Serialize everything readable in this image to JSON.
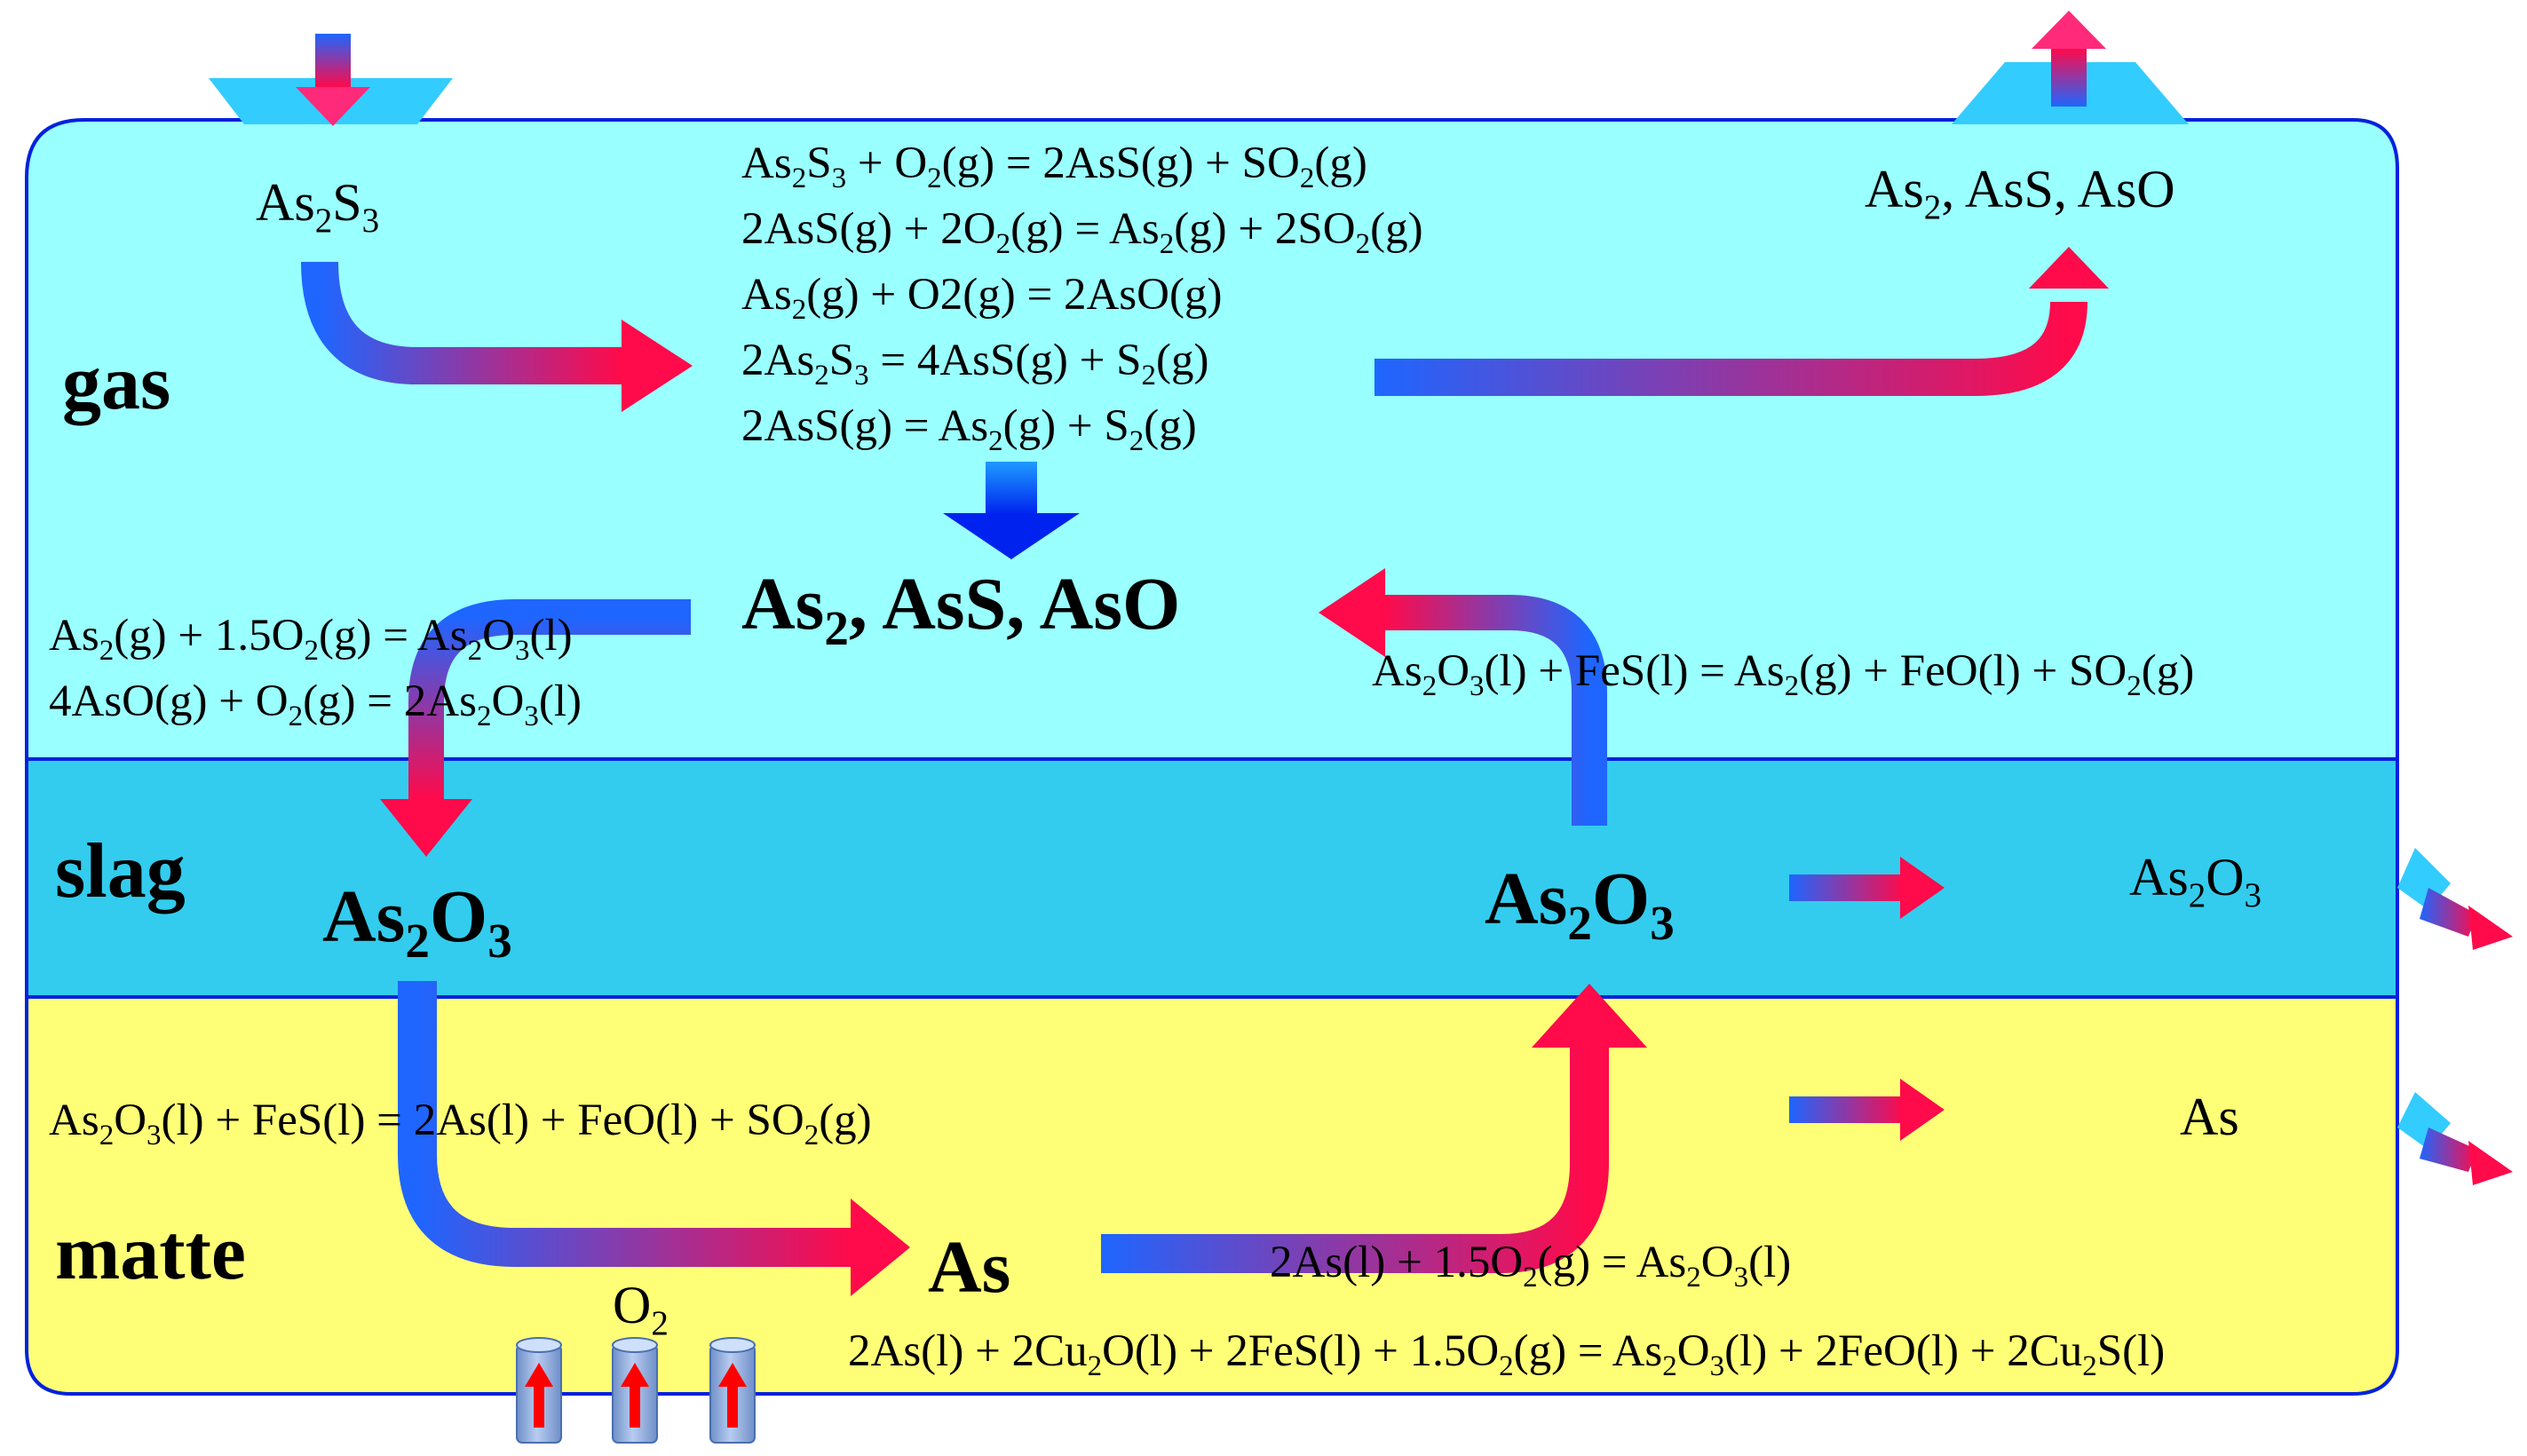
{
  "zones": {
    "gas": "gas",
    "slag": "slag",
    "matte": "matte"
  },
  "inlet_species": [
    "As",
    "2",
    "S",
    "3"
  ],
  "gas_reactions": [
    [
      "As",
      "2",
      "S",
      "3",
      " + O",
      "2",
      "(g) = 2AsS(g) + SO",
      "2",
      "(g)"
    ],
    [
      "2AsS(g) + 2O",
      "2",
      "(g) = As",
      "2",
      "(g) + 2SO",
      "2",
      "(g)"
    ],
    [
      "As",
      "2",
      "(g) + O2(g) = 2AsO(g)"
    ],
    [
      "2As",
      "2",
      "S",
      "3",
      " = 4AsS(g) + S",
      "2",
      "(g)"
    ],
    [
      "2AsS(g) = As",
      "2",
      "(g) + S",
      "2",
      "(g)"
    ]
  ],
  "outlet_species": [
    "As",
    "2",
    ", AsS, AsO"
  ],
  "gas_center_species": [
    "As",
    "2",
    ", AsS, AsO"
  ],
  "oxidation_reactions": [
    [
      "As",
      "2",
      "(g) + 1.5O",
      "2",
      "(g) = As",
      "2",
      "O",
      "3",
      "(l)"
    ],
    [
      "4AsO(g) + O",
      "2",
      "(g) = 2As",
      "2",
      "O",
      "3",
      "(l)"
    ]
  ],
  "slag_reduction_reaction": [
    "As",
    "2",
    "O",
    "3",
    "(l) + FeS(l) = As",
    "2",
    "(g) + FeO(l) + SO",
    "2",
    "(g)"
  ],
  "slag_left_species": [
    "As",
    "2",
    "O",
    "3"
  ],
  "slag_right_species": [
    "As",
    "2",
    "O",
    "3"
  ],
  "slag_output": [
    "As",
    "2",
    "O",
    "3"
  ],
  "matte_reaction_left": [
    "As",
    "2",
    "O",
    "3",
    "(l) + FeS(l) = 2As(l) + FeO(l) + SO",
    "2",
    "(g)"
  ],
  "matte_species": "As",
  "matte_output": "As",
  "matte_oxidation_reactions": [
    [
      "2As(l) + 1.5O",
      "2",
      "(g) = As",
      "2",
      "O",
      "3",
      "(l)"
    ],
    [
      "2As(l) + 2Cu",
      "2",
      "O(l) + 2FeS(l) + 1.5O",
      "2",
      "(g) = As",
      "2",
      "O",
      "3",
      "(l) + 2FeO(l) + 2Cu",
      "2",
      "S(l)"
    ]
  ],
  "oxygen_label": [
    "O",
    "2"
  ],
  "colors": {
    "gas_zone": "#99FFFF",
    "slag_zone": "#33CCEE",
    "matte_zone": "#FFFF77",
    "border": "#0022DD",
    "arrow_start": "#1E66FF",
    "arrow_end": "#FF0A4A",
    "port": "#33CCFF",
    "lance": "#88AADD"
  }
}
